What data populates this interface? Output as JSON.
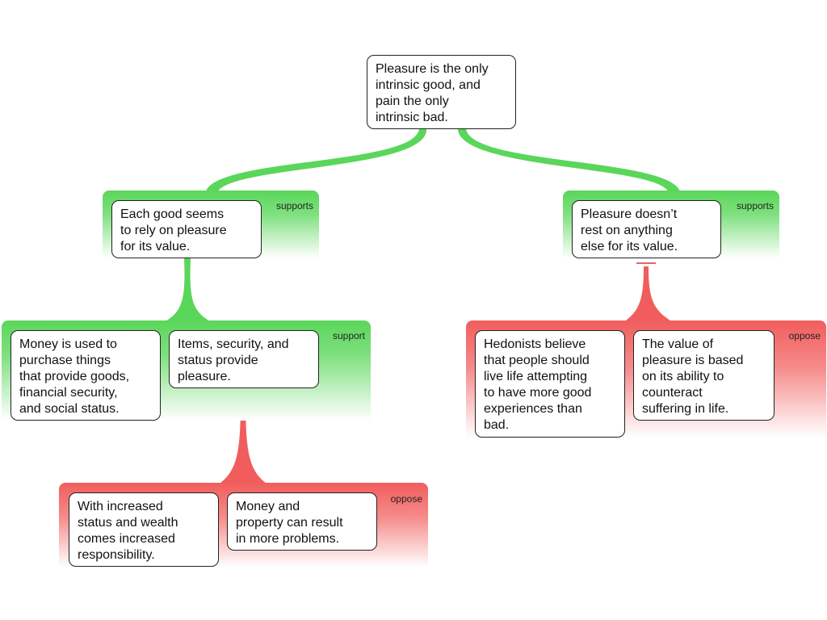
{
  "root": {
    "lines": [
      "Pleasure is the only",
      "intrinsic good, and",
      "pain the only",
      "intrinsic bad."
    ]
  },
  "groups": {
    "left_support": {
      "label": "supports",
      "node": {
        "lines": [
          "Each good seems",
          "to rely on pleasure",
          "for its value."
        ]
      }
    },
    "right_support": {
      "label": "supports",
      "node": {
        "lines": [
          "Pleasure doesn’t",
          "rest on anything",
          "else for its value."
        ]
      }
    },
    "left_sub_support": {
      "label": "support",
      "nodes": [
        {
          "lines": [
            "Money is used to",
            "purchase things",
            "that provide goods,",
            "financial security,",
            "and social status."
          ]
        },
        {
          "lines": [
            "Items, security, and",
            "status provide",
            "pleasure."
          ]
        }
      ]
    },
    "right_oppose": {
      "label": "oppose",
      "nodes": [
        {
          "lines": [
            "Hedonists believe",
            "that people should",
            "live life attempting",
            "to have more good",
            "experiences than",
            "bad."
          ]
        },
        {
          "lines": [
            "The value of",
            "pleasure is based",
            "on its ability to",
            "counteract",
            "suffering in life."
          ]
        }
      ]
    },
    "bottom_oppose": {
      "label": "oppose",
      "nodes": [
        {
          "lines": [
            "With increased",
            "status and wealth",
            "comes increased",
            "responsibility."
          ]
        },
        {
          "lines": [
            "Money and",
            "property can result",
            "in more problems."
          ]
        }
      ]
    }
  },
  "colors": {
    "support": "#5ad65a",
    "oppose": "#f15d5d"
  }
}
